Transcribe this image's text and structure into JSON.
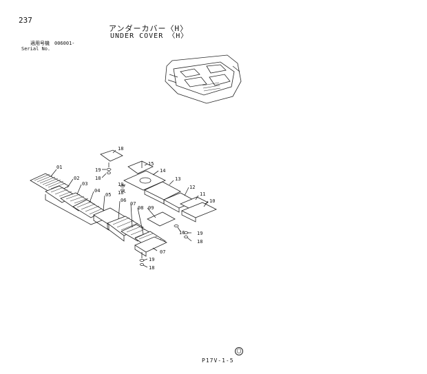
{
  "header": {
    "page_number": "237",
    "title_jp": "アンダーカバー〈H〉",
    "title_en": "UNDER COVER 〈H〉",
    "serial_jp": "適用号機　006001-",
    "serial_en": "Serial No."
  },
  "footer": {
    "code": "P17V-1-5",
    "mark": "〇"
  },
  "callouts": [
    "18",
    "01",
    "19",
    "18",
    "15",
    "14",
    "02",
    "03",
    "19",
    "18",
    "13",
    "04",
    "12",
    "05",
    "11",
    "06",
    "07",
    "08",
    "09",
    "10",
    "16",
    "19",
    "18",
    "07",
    "19",
    "18"
  ]
}
